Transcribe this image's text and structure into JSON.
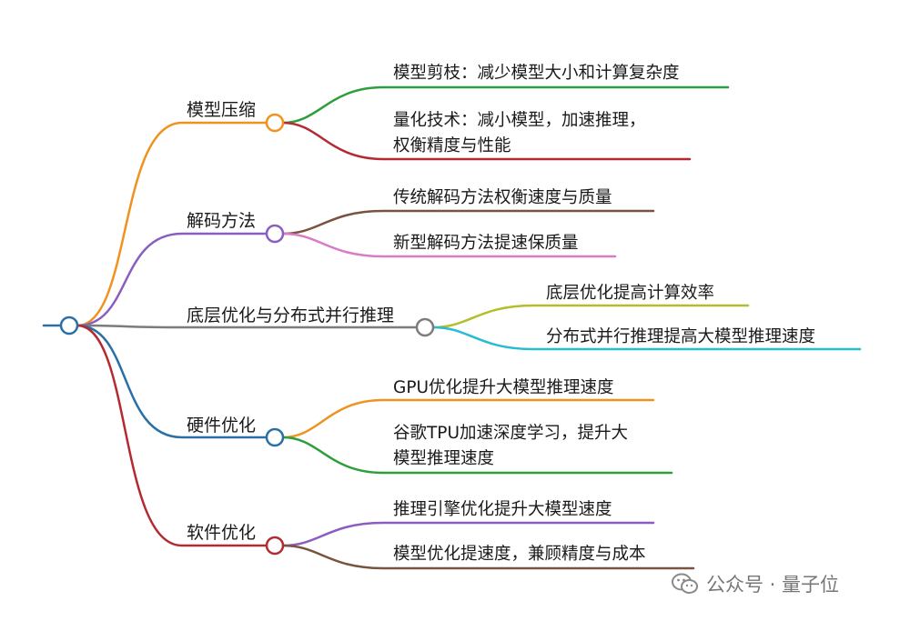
{
  "mindmap": {
    "branches": [
      {
        "label": "模型压缩",
        "color": "#f0921f",
        "children": [
          {
            "lines": [
              "模型剪枝：减少模型大小和计算复杂度"
            ],
            "color": "#2c9e3a"
          },
          {
            "lines": [
              "量化技术：减小模型，加速推理，",
              "权衡精度与性能"
            ],
            "color": "#b32b31"
          }
        ]
      },
      {
        "label": "解码方法",
        "color": "#8a5ec0",
        "children": [
          {
            "lines": [
              "传统解码方法权衡速度与质量"
            ],
            "color": "#7b5240"
          },
          {
            "lines": [
              "新型解码方法提速保质量"
            ],
            "color": "#d97bc6"
          }
        ]
      },
      {
        "label": "底层优化与分布式并行推理",
        "color": "#7c7c7c",
        "children": [
          {
            "lines": [
              "底层优化提高计算效率"
            ],
            "color": "#b5bd2a"
          },
          {
            "lines": [
              "分布式并行推理提高大模型推理速度"
            ],
            "color": "#28bcd1"
          }
        ]
      },
      {
        "label": "硬件优化",
        "color": "#2a6fa6",
        "children": [
          {
            "lines": [
              "GPU优化提升大模型推理速度"
            ],
            "color": "#f0921f"
          },
          {
            "lines": [
              "谷歌TPU加速深度学习，提升大",
              "模型推理速度"
            ],
            "color": "#2c9e3a"
          }
        ]
      },
      {
        "label": "软件优化",
        "color": "#b32b31",
        "children": [
          {
            "lines": [
              "推理引擎优化提升大模型速度"
            ],
            "color": "#8a5ec0"
          },
          {
            "lines": [
              "模型优化提速度，兼顾精度与成本"
            ],
            "color": "#7b5240"
          }
        ]
      }
    ]
  },
  "watermark": {
    "text": "公众号 · 量子位",
    "icon": "wechat-icon"
  }
}
